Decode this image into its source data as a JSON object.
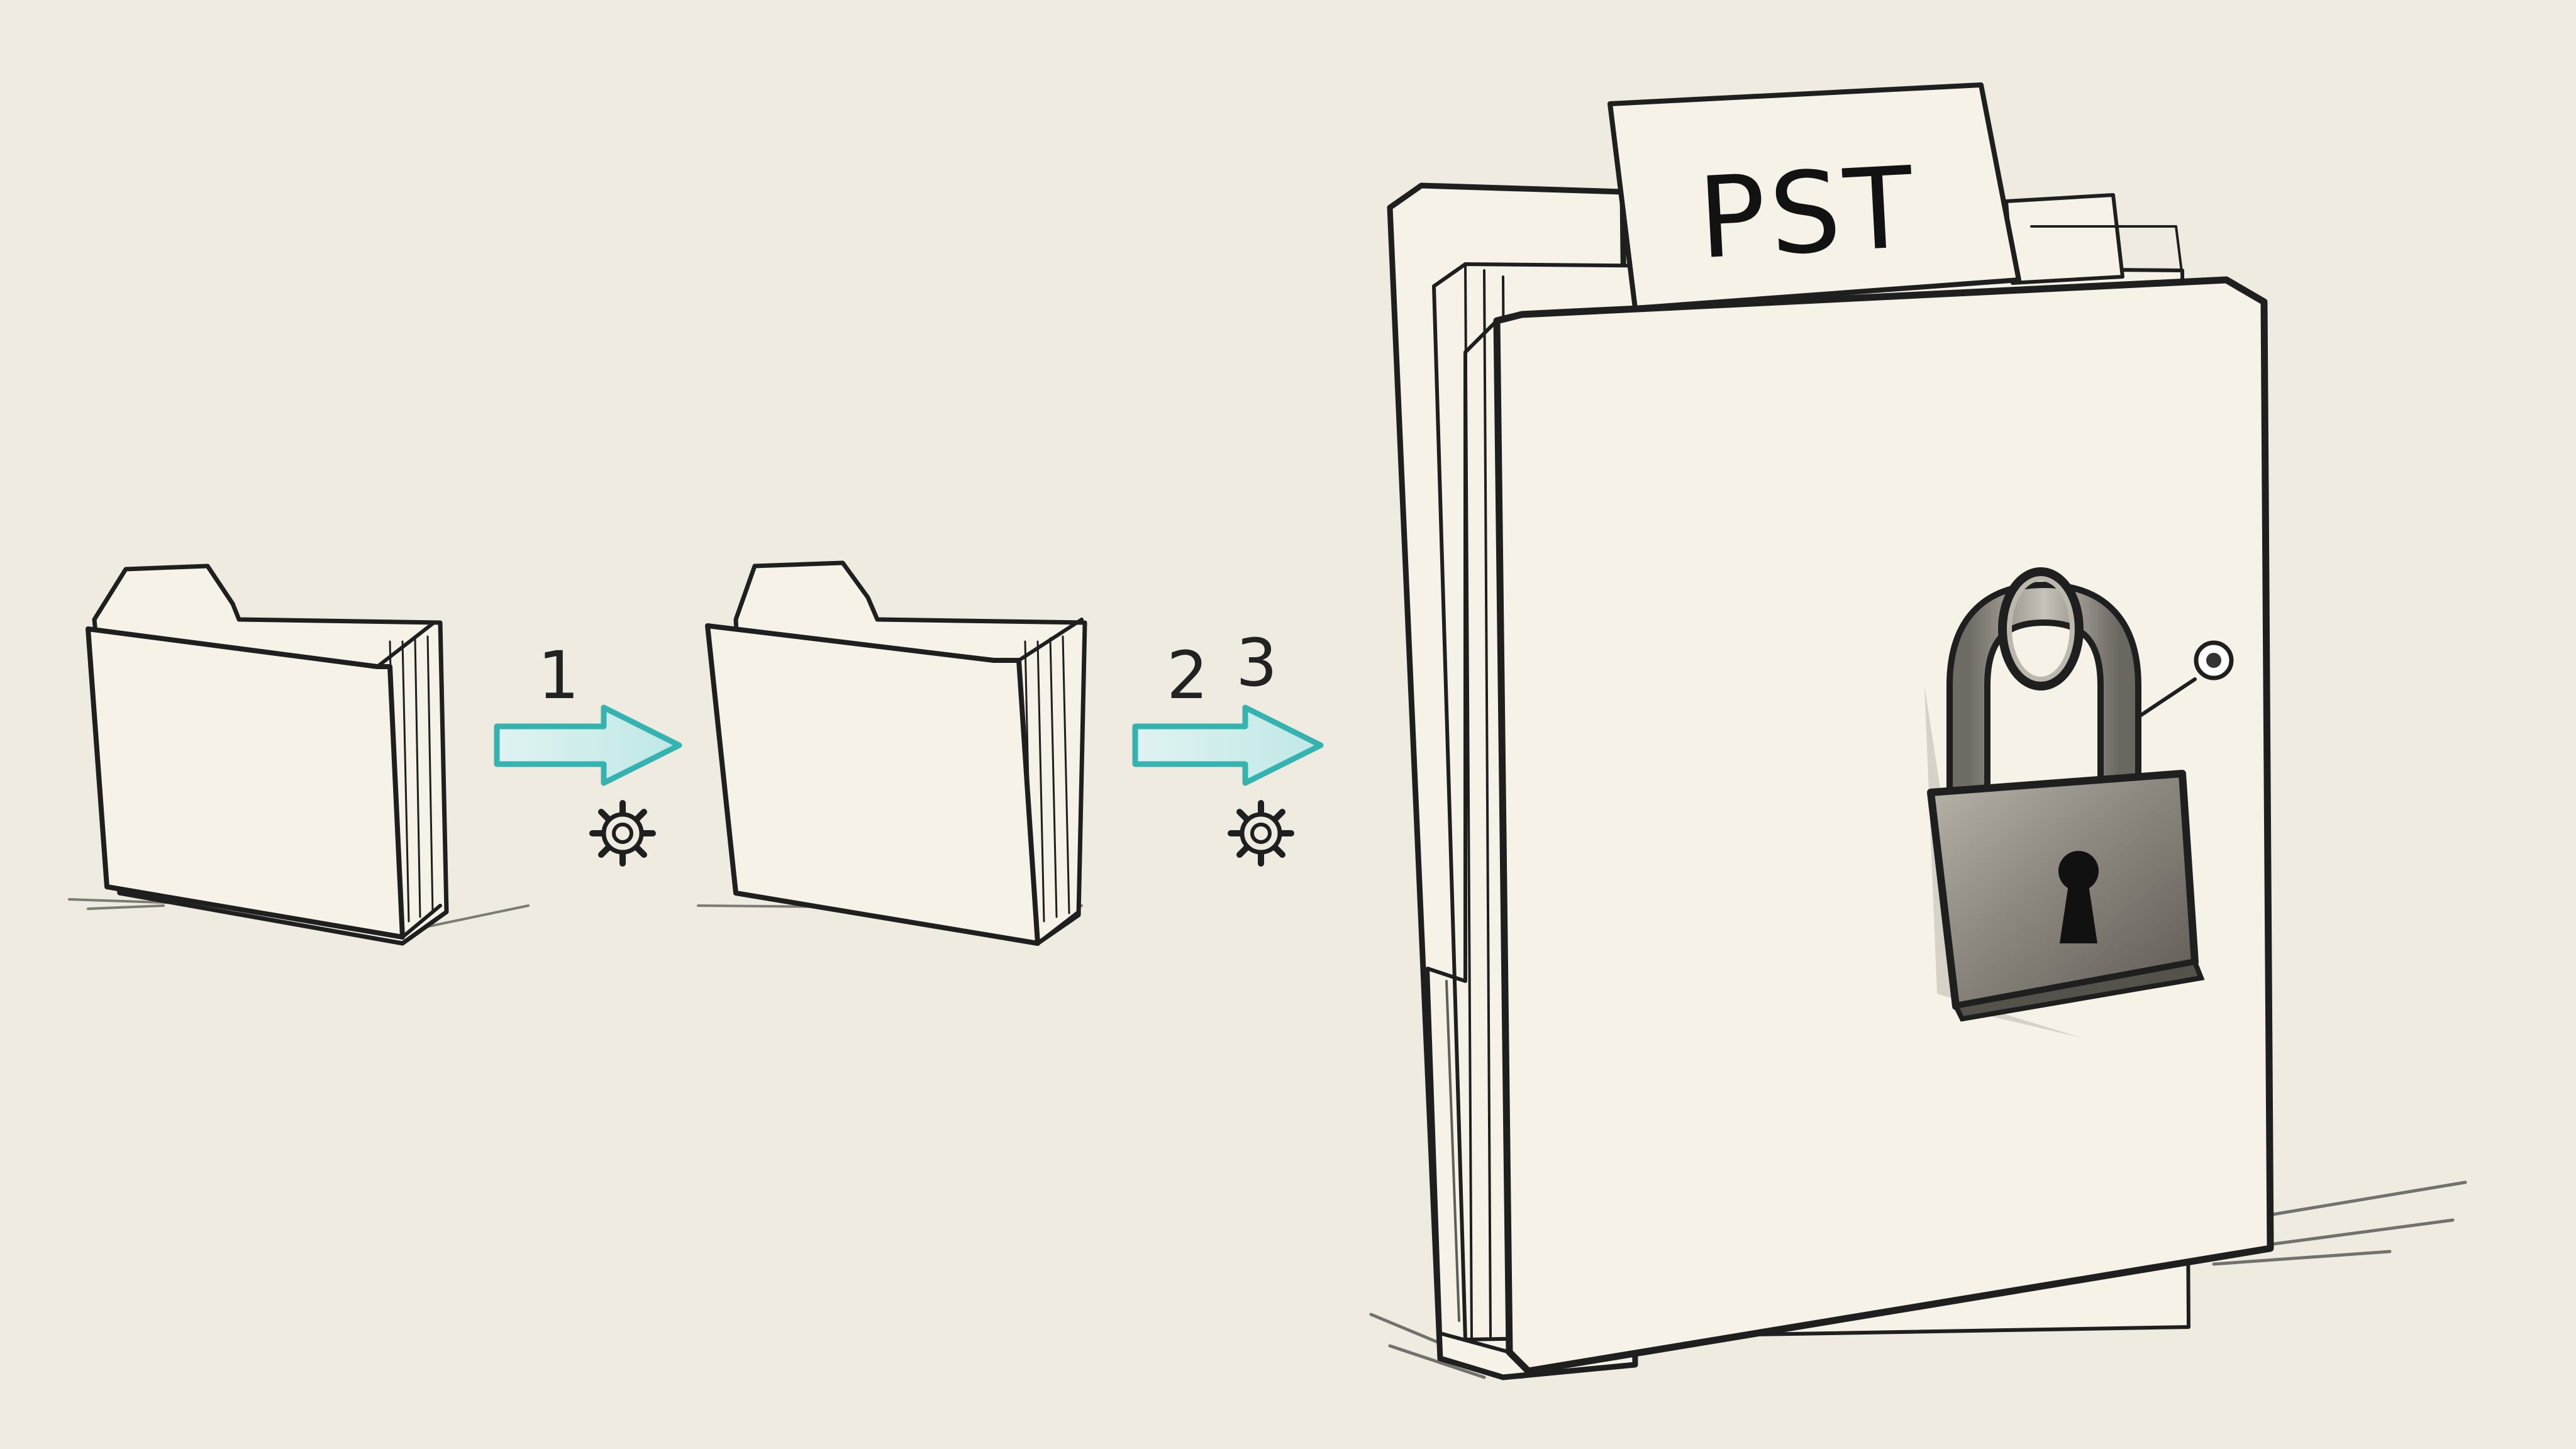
{
  "diagram": {
    "step_1_label": "1",
    "step_2_label": "2",
    "step_3_label": "3",
    "file_label": "PST",
    "colors": {
      "background": "#f0ebe0",
      "arrow": "#35b3b0",
      "arrow_fill": "#cfeeed",
      "ink": "#1f1f1f",
      "lock_metal": "#8a867e"
    },
    "icons": {
      "source_folder": "folder-icon",
      "intermediate_folder": "folder-icon",
      "arrow": "arrow-right-icon",
      "process": "gear-icon",
      "archive": "pst-archive-icon",
      "lock": "padlock-icon"
    }
  }
}
